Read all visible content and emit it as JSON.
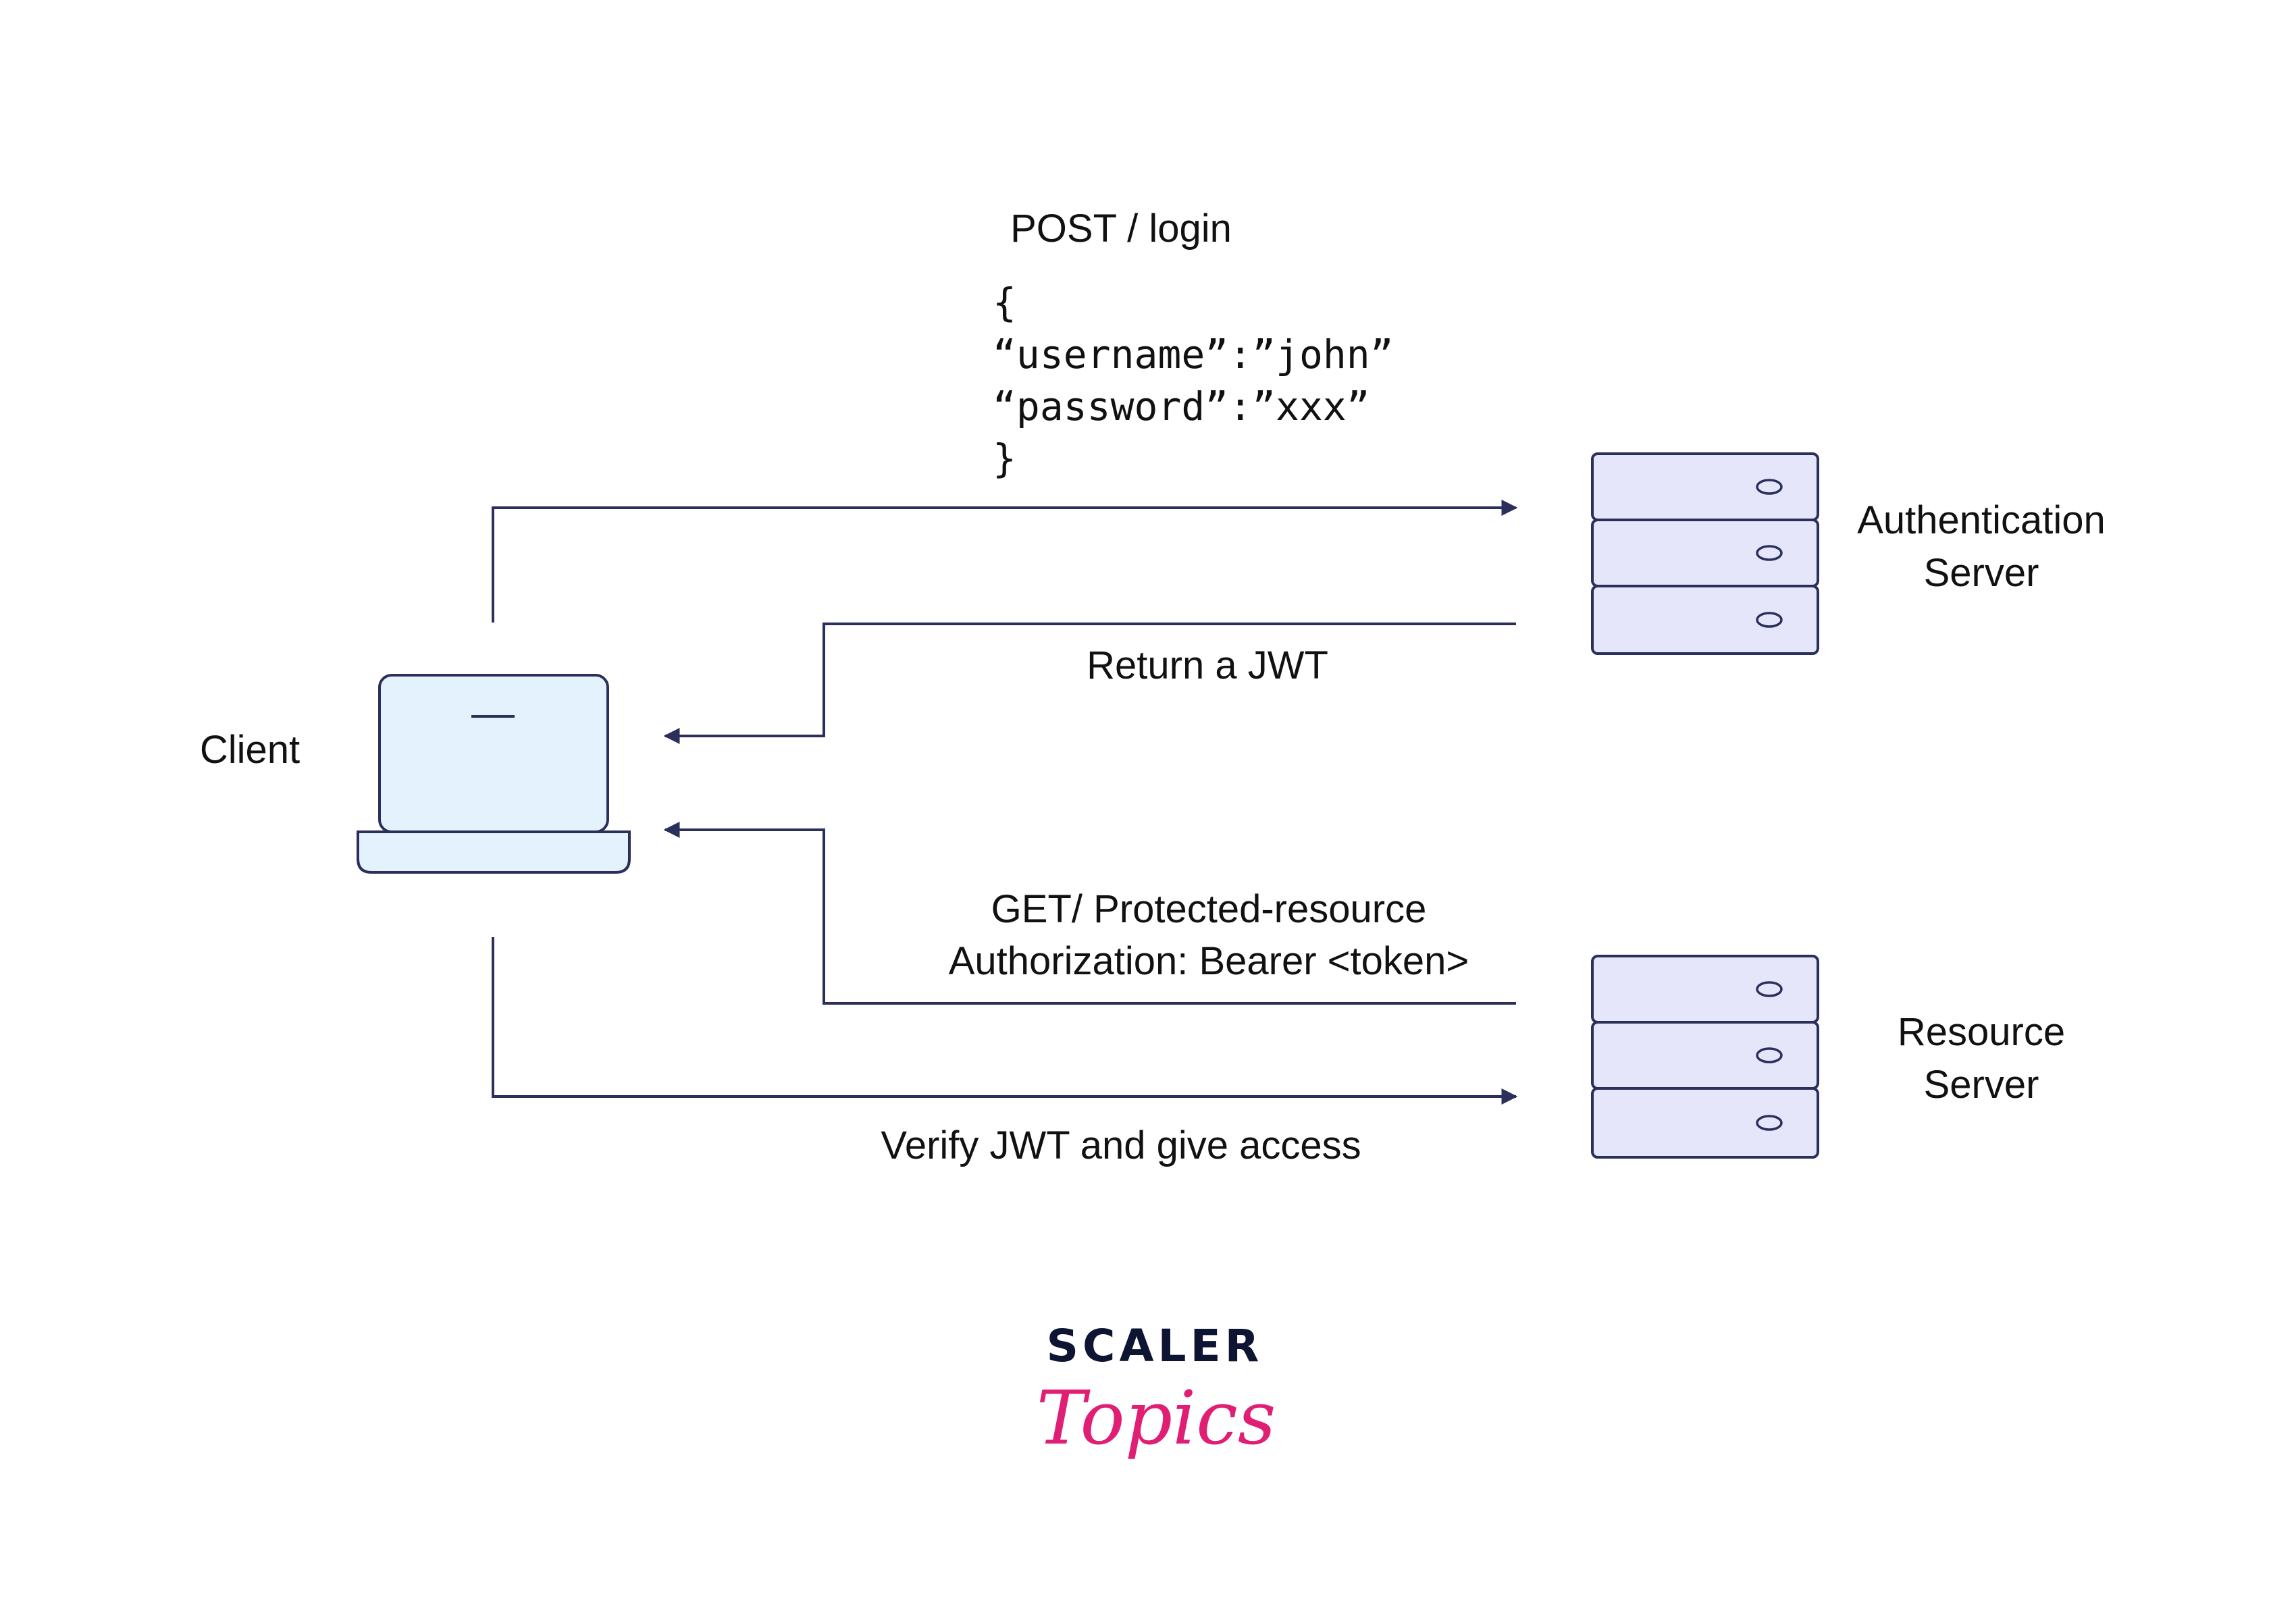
{
  "nodes": {
    "client": {
      "label": "Client"
    },
    "auth_server": {
      "label_line1": "Authentication",
      "label_line2": "Server"
    },
    "resource_server": {
      "label_line1": "Resource",
      "label_line2": "Server"
    }
  },
  "edges": {
    "login_request": {
      "label": "POST / login",
      "body_lines": [
        "{",
        "“username”:”john”",
        "“password”:”xxx”",
        "}"
      ]
    },
    "jwt_response": {
      "label": "Return a JWT"
    },
    "protected_request": {
      "label_line1": "GET/ Protected-resource",
      "label_line2": "Authorization: Bearer <token>"
    },
    "verify_access": {
      "label": "Verify JWT and give access"
    }
  },
  "logo": {
    "line1": "SCALER",
    "line2": "Topics"
  },
  "colors": {
    "line": "#2b2f5b",
    "laptop_fill": "#e3f2fc",
    "server_fill": "#e6e6fa",
    "logo_dark": "#0e1533",
    "logo_pink": "#e01e73"
  }
}
